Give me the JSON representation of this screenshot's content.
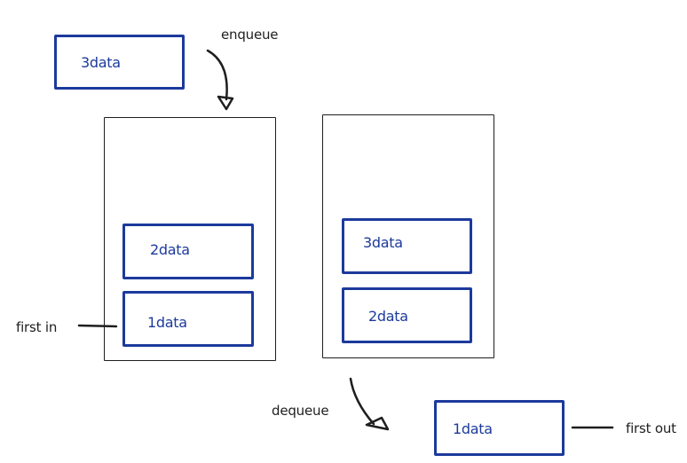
{
  "labels": {
    "enqueue": "enqueue",
    "dequeue": "dequeue",
    "first_in": "first in",
    "first_out": "first out"
  },
  "incoming": {
    "label": "3data"
  },
  "queue_before": {
    "items": [
      "2data",
      "1data"
    ]
  },
  "queue_after": {
    "items": [
      "3data",
      "2data"
    ]
  },
  "outgoing": {
    "label": "1data"
  },
  "colors": {
    "box_stroke": "#1c3a9c",
    "line": "#1e1e1e"
  }
}
